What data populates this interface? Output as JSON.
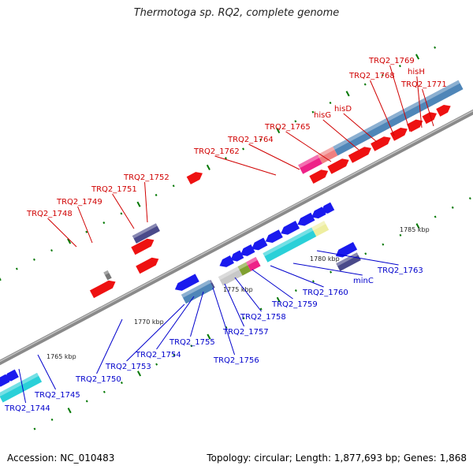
{
  "title": "Thermotoga sp. RQ2, complete genome",
  "footer": {
    "accession": "Accession: NC_010483",
    "summary": "Topology: circular; Length: 1,877,693 bp; Genes: 1,868"
  },
  "colors": {
    "forward_label": "#d00000",
    "reverse_label": "#0000cc",
    "red_gene": "#ee1111",
    "blue_gene": "#1a1aee",
    "slate_gene": "#4a4a8a",
    "cyan_feature": "#2ad0d8",
    "steelblue_feature": "#4f86b8",
    "pink_feature": "#ee2288",
    "salmon_feature": "#f08080",
    "yellow_feature": "#eeeea0",
    "grey_feature": "#c8c8c8",
    "olive_feature": "#80a030",
    "backbone": "#8a8a8a",
    "tick": "#007700"
  },
  "kbp_labels": [
    "1765 kbp",
    "1770 kbp",
    "1775 kbp",
    "1780 kbp",
    "1785 kbp"
  ],
  "gene_labels": {
    "forward": [
      "TRQ2_1748",
      "TRQ2_1749",
      "TRQ2_1751",
      "TRQ2_1752",
      "TRQ2_1762",
      "TRQ2_1764",
      "TRQ2_1765",
      "hisG",
      "hisD",
      "TRQ2_1768",
      "TRQ2_1769",
      "hisH",
      "TRQ2_1771"
    ],
    "reverse": [
      "TRQ2_1744",
      "TRQ2_1745",
      "TRQ2_1750",
      "TRQ2_1753",
      "TRQ2_1754",
      "TRQ2_1755",
      "TRQ2_1756",
      "TRQ2_1757",
      "TRQ2_1758",
      "TRQ2_1759",
      "TRQ2_1760",
      "minC",
      "TRQ2_1763"
    ]
  }
}
